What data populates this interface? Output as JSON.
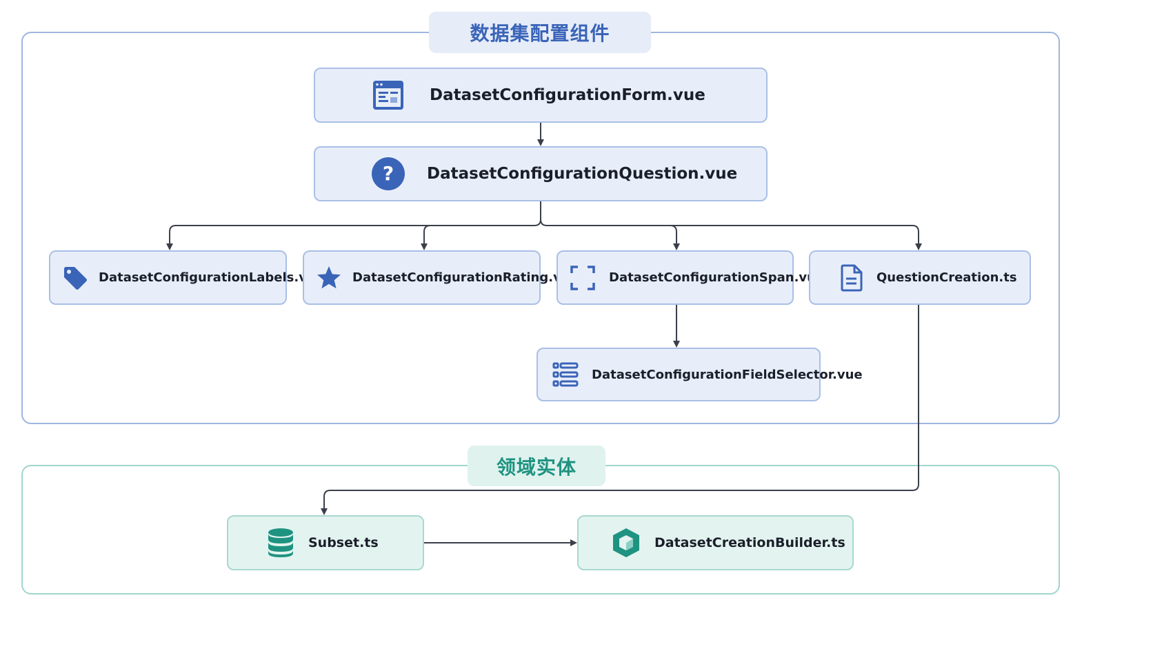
{
  "groups": {
    "components": {
      "title": "数据集配置组件"
    },
    "domain": {
      "title": "领域实体"
    }
  },
  "nodes": {
    "form": {
      "label": "DatasetConfigurationForm.vue",
      "icon": "form-window-icon"
    },
    "question": {
      "label": "DatasetConfigurationQuestion.vue",
      "icon": "question-circle-icon"
    },
    "labels": {
      "label": "DatasetConfigurationLabels.vue",
      "icon": "tag-icon"
    },
    "rating": {
      "label": "DatasetConfigurationRating.vue",
      "icon": "star-icon"
    },
    "span": {
      "label": "DatasetConfigurationSpan.vue",
      "icon": "span-brackets-icon"
    },
    "questionCreation": {
      "label": "QuestionCreation.ts",
      "icon": "document-icon"
    },
    "fieldSelector": {
      "label": "DatasetConfigurationFieldSelector.vue",
      "icon": "list-icon"
    },
    "subset": {
      "label": "Subset.ts",
      "icon": "database-icon"
    },
    "builder": {
      "label": "DatasetCreationBuilder.ts",
      "icon": "cube-icon"
    }
  },
  "colors": {
    "blue_accent": "#3a64b8",
    "green_accent": "#1f9381",
    "edge": "#3a3f4a"
  }
}
